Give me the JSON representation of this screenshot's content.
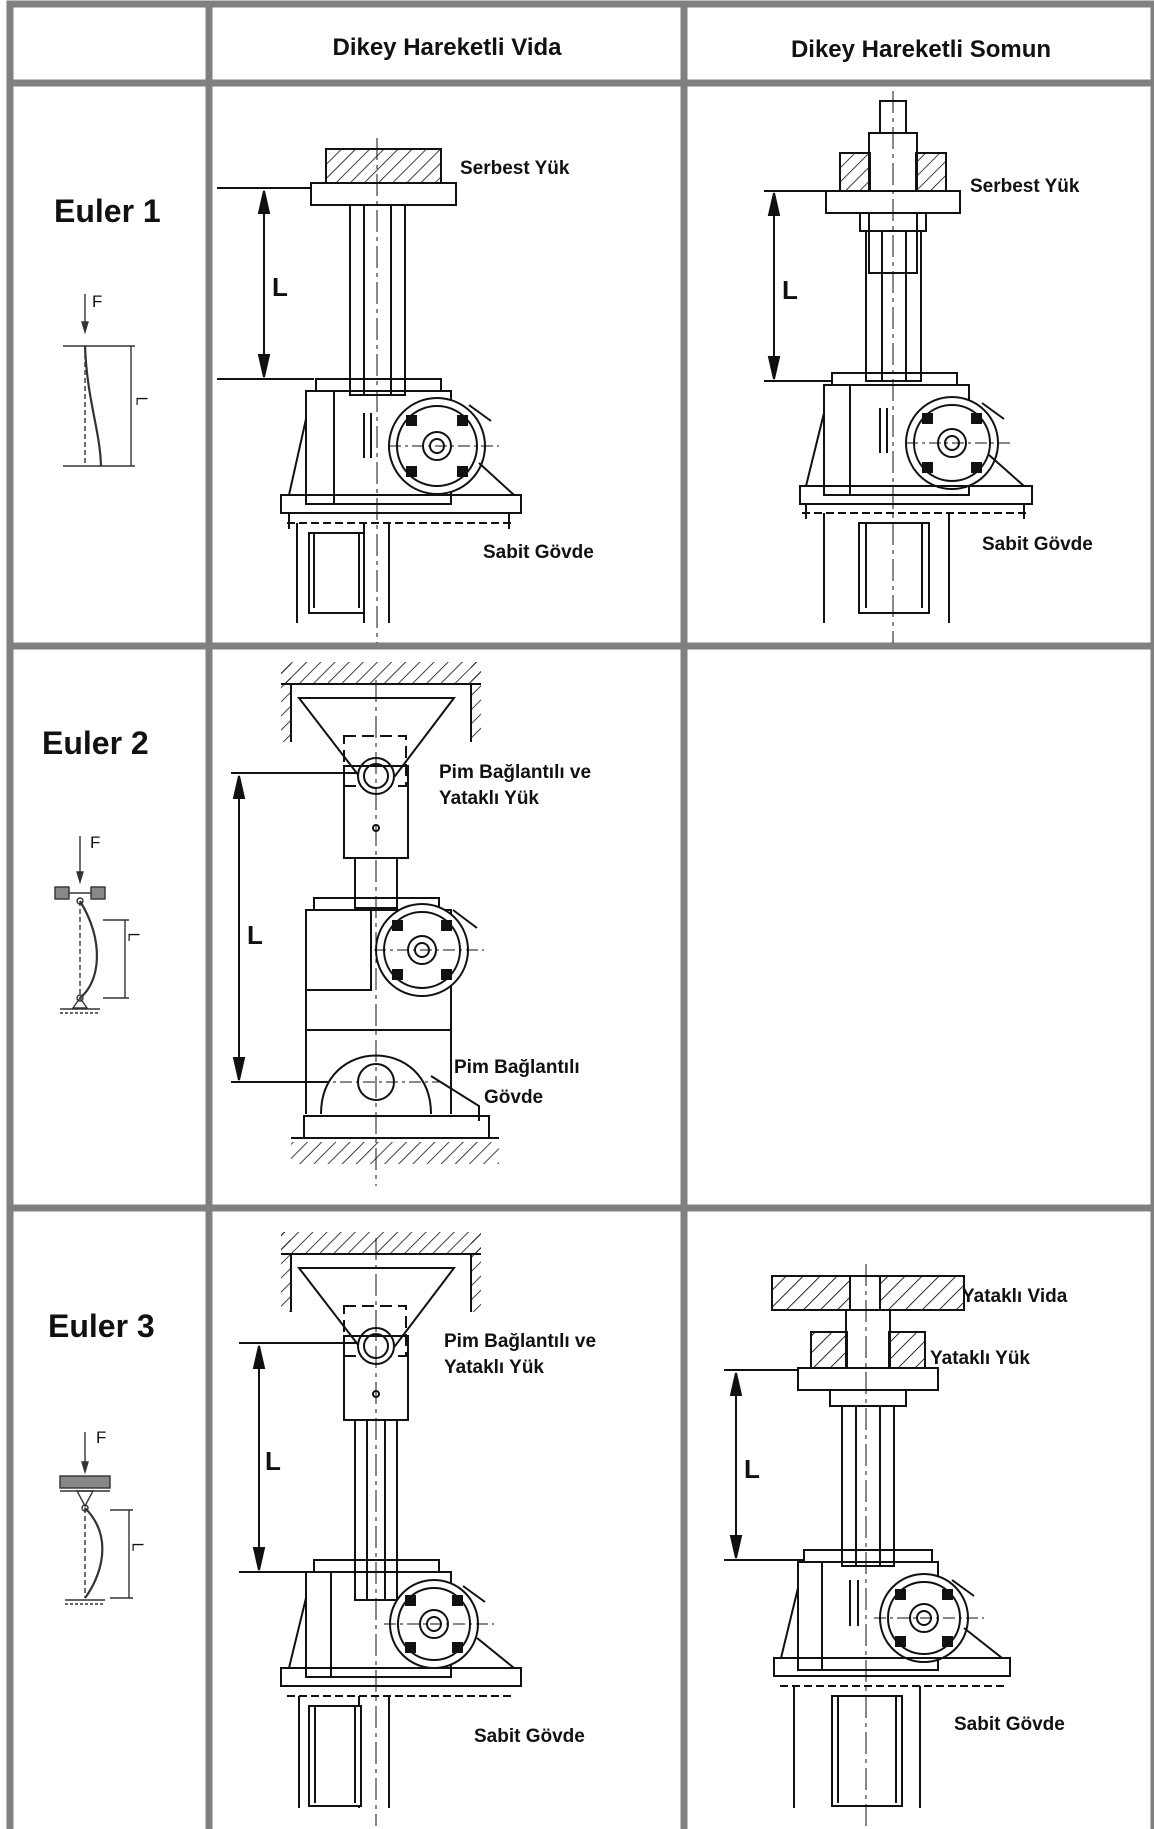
{
  "header": {
    "col1": "Dikey Hareketli Vida",
    "col2": "Dikey Hareketli Somun"
  },
  "rows": [
    {
      "title": "Euler 1"
    },
    {
      "title": "Euler 2"
    },
    {
      "title": "Euler 3"
    }
  ],
  "symbols": {
    "force": "F",
    "length": "L"
  },
  "labels": {
    "r1_screw_load": "Serbest Yük",
    "r1_screw_base": "Sabit Gövde",
    "r1_nut_load": "Serbest Yük",
    "r1_nut_base": "Sabit Gövde",
    "r2_screw_load_1": "Pim Bağlantılı ve",
    "r2_screw_load_2": "Yataklı Yük",
    "r2_screw_base_1": "Pim Bağlantılı",
    "r2_screw_base_2": "Gövde",
    "r3_screw_load_1": "Pim Bağlantılı ve",
    "r3_screw_load_2": "Yataklı Yük",
    "r3_screw_base": "Sabit Gövde",
    "r3_nut_screw": "Yataklı Vida",
    "r3_nut_load": "Yataklı Yük",
    "r3_nut_base": "Sabit Gövde"
  },
  "colors": {
    "grid": "#808080",
    "ink": "#111111"
  }
}
